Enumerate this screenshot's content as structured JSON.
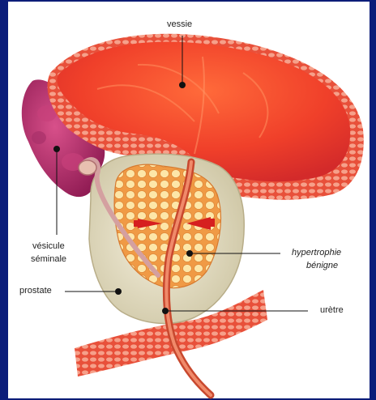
{
  "labels": {
    "vessie": "vessie",
    "vesicule_line1": "vésicule",
    "vesicule_line2": "séminale",
    "prostate": "prostate",
    "hypertrophie_line1": "hypertrophie",
    "hypertrophie_line2": "bénigne",
    "uretre": "urètre"
  },
  "colors": {
    "background": "#0a1a6e",
    "panel": "#ffffff",
    "bladder": "#f0402a",
    "bladder_wall": "#c8283a",
    "vesicle": "#b52a6a",
    "prostate": "#e8e2c8",
    "adenoma": "#f2a552",
    "urethra": "#e0553a",
    "arrows": "#d61f1f"
  }
}
